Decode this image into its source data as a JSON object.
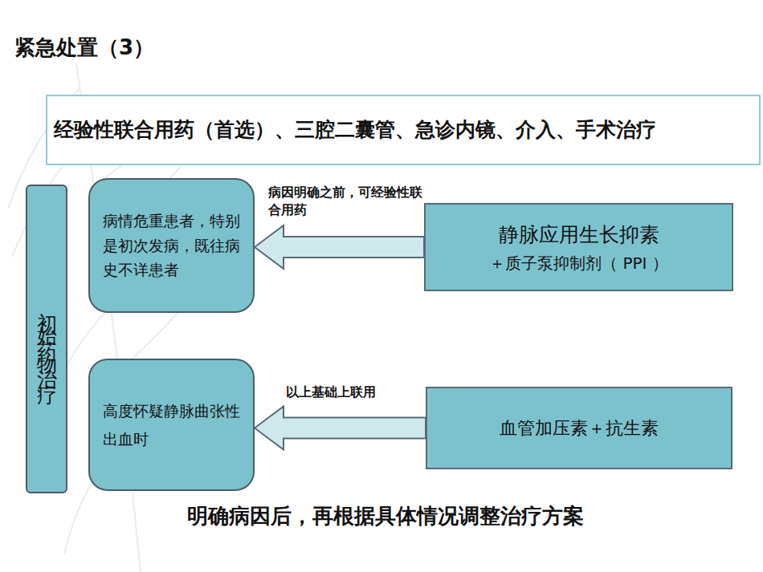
{
  "diagram": {
    "title": "紧急处置（3）",
    "nodes": [
      {
        "text": [
          "经验性联合用药（首选）、三腔二囊管、急诊内镜、介入、手术治疗"
        ]
      },
      {
        "text": [
          "初始药物治疗"
        ]
      },
      {
        "text": [
          "病情危重患者，特别是初次发病，既往病史不详患者"
        ]
      },
      {
        "text": [
          "高度怀疑静脉曲张性出血时"
        ]
      },
      {
        "text": [
          "静脉应用生长抑素",
          "＋质子泵抑制剂（ PPI ）"
        ]
      },
      {
        "text": [
          "血管加压素＋抗生素"
        ]
      }
    ],
    "edges": [
      {
        "from": 4,
        "to": 2,
        "label": "病因明确之前，可经验性联合用药",
        "arrow": "to"
      },
      {
        "from": 5,
        "to": 3,
        "label": "以上基础上联用",
        "arrow": "to"
      }
    ],
    "labels": [
      "明确病因后，再根据具体情况调整治疗方案"
    ]
  }
}
